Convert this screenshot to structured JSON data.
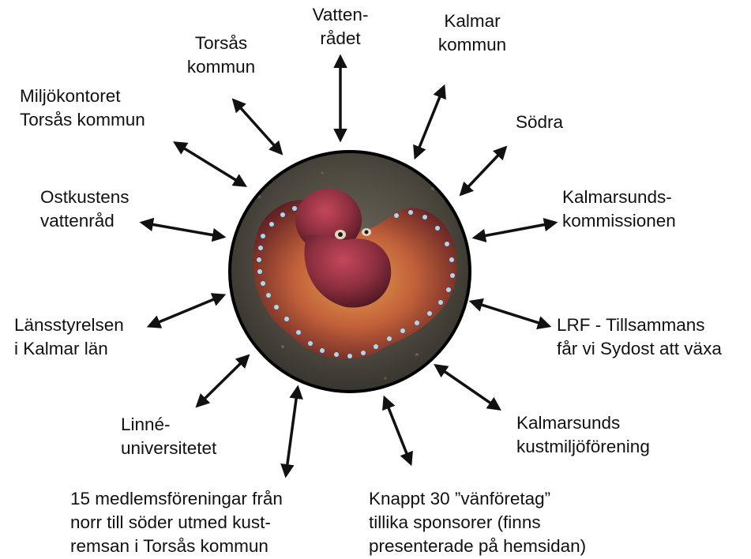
{
  "center": {
    "image": "octopus-photo"
  },
  "colors": {
    "arrow": "#111111",
    "ring": "#000000",
    "background": "#ffffff"
  },
  "nodes": [
    {
      "id": "vattenradet",
      "lines": [
        "Vatten-",
        "rådet"
      ]
    },
    {
      "id": "kalmar-kommun",
      "lines": [
        "Kalmar",
        "kommun"
      ]
    },
    {
      "id": "sodra",
      "lines": [
        "Södra"
      ]
    },
    {
      "id": "kalmarsundskommissionen",
      "lines": [
        "Kalmarsunds-",
        "kommissionen"
      ]
    },
    {
      "id": "lrf",
      "lines": [
        "LRF - Tillsammans",
        "får vi Sydost att växa"
      ]
    },
    {
      "id": "kalmarsunds-kustmiljoforening",
      "lines": [
        "Kalmarsunds",
        "kustmiljöförening"
      ]
    },
    {
      "id": "vanforetag",
      "lines": [
        "Knappt 30 ”vänföretag”",
        "tillika sponsorer (finns",
        "presenterade på hemsidan)"
      ]
    },
    {
      "id": "medlemsforeningar",
      "lines": [
        "15 medlemsföreningar från",
        "norr till söder utmed kust-",
        "remsan i Torsås kommun"
      ]
    },
    {
      "id": "linneuniversitetet",
      "lines": [
        "Linné-",
        "universitetet"
      ]
    },
    {
      "id": "lansstyrelsen",
      "lines": [
        "Länsstyrelsen",
        "i Kalmar län"
      ]
    },
    {
      "id": "ostkustens-vattenrad",
      "lines": [
        "Ostkustens",
        "vattenråd"
      ]
    },
    {
      "id": "miljokontoret",
      "lines": [
        "Miljökontoret",
        "Torsås kommun"
      ]
    },
    {
      "id": "torsas-kommun",
      "lines": [
        "Torsås",
        "kommun"
      ]
    }
  ]
}
